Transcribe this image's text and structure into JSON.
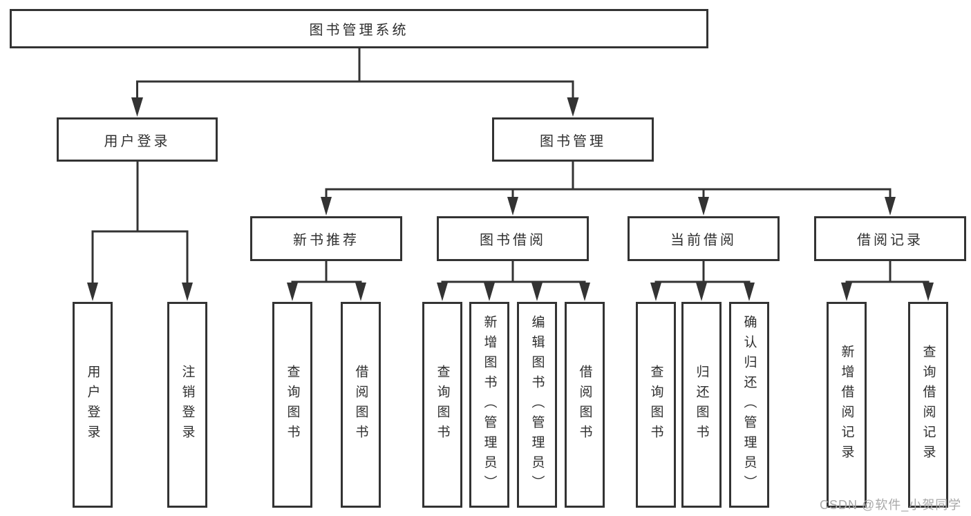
{
  "nodes": {
    "root": "图书管理系统",
    "level2": {
      "login": "用户登录",
      "mgmt": "图书管理"
    },
    "level3": {
      "newbooks": "新书推荐",
      "borrow": "图书借阅",
      "current": "当前借阅",
      "records": "借阅记录"
    },
    "leaves": {
      "login_user": "用户登录",
      "login_logout": "注销登录",
      "newbooks_query": "查询图书",
      "newbooks_borrow": "借阅图书",
      "borrow_query": "查询图书",
      "borrow_add": "新增图书（管理员）",
      "borrow_edit": "编辑图书（管理员）",
      "borrow_do": "借阅图书",
      "current_query": "查询图书",
      "current_return": "归还图书",
      "current_confirm": "确认归还（管理员）",
      "records_add": "新增借阅记录",
      "records_query": "查询借阅记录"
    }
  },
  "structure": {
    "root": [
      "login",
      "mgmt"
    ],
    "login": [
      "login_user",
      "login_logout"
    ],
    "mgmt": [
      "newbooks",
      "borrow",
      "current",
      "records"
    ],
    "newbooks": [
      "newbooks_query",
      "newbooks_borrow"
    ],
    "borrow": [
      "borrow_query",
      "borrow_add",
      "borrow_edit",
      "borrow_do"
    ],
    "current": [
      "current_query",
      "current_return",
      "current_confirm"
    ],
    "records": [
      "records_add",
      "records_query"
    ]
  },
  "watermark": "CSDN @软件_小贺同学",
  "colors": {
    "line": "#333333",
    "text": "#2f2f2f",
    "watermark": "#a8a8a8",
    "background": "#ffffff"
  }
}
